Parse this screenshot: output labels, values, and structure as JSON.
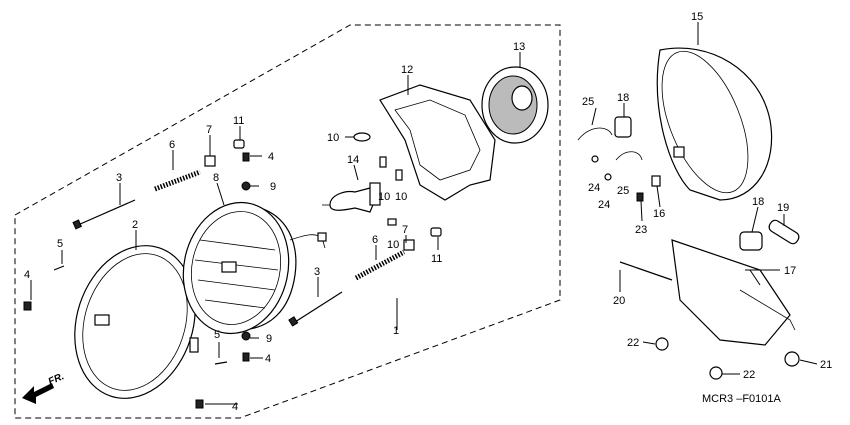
{
  "labels": [
    {
      "id": "c1",
      "text": "1"
    },
    {
      "id": "c2",
      "text": "2"
    },
    {
      "id": "c3a",
      "text": "3"
    },
    {
      "id": "c3b",
      "text": "3"
    },
    {
      "id": "c4a",
      "text": "4"
    },
    {
      "id": "c4b",
      "text": "4"
    },
    {
      "id": "c4c",
      "text": "4"
    },
    {
      "id": "c4d",
      "text": "4"
    },
    {
      "id": "c5a",
      "text": "5"
    },
    {
      "id": "c5b",
      "text": "5"
    },
    {
      "id": "c6a",
      "text": "6"
    },
    {
      "id": "c6b",
      "text": "6"
    },
    {
      "id": "c7a",
      "text": "7"
    },
    {
      "id": "c7b",
      "text": "7"
    },
    {
      "id": "c8",
      "text": "8"
    },
    {
      "id": "c9a",
      "text": "9"
    },
    {
      "id": "c9b",
      "text": "9"
    },
    {
      "id": "c10a",
      "text": "10"
    },
    {
      "id": "c10b",
      "text": "10"
    },
    {
      "id": "c10c",
      "text": "10"
    },
    {
      "id": "c10d",
      "text": "10"
    },
    {
      "id": "c11a",
      "text": "11"
    },
    {
      "id": "c11b",
      "text": "11"
    },
    {
      "id": "c12",
      "text": "12"
    },
    {
      "id": "c13",
      "text": "13"
    },
    {
      "id": "c14",
      "text": "14"
    },
    {
      "id": "c15",
      "text": "15"
    },
    {
      "id": "c16",
      "text": "16"
    },
    {
      "id": "c17",
      "text": "17"
    },
    {
      "id": "c18a",
      "text": "18"
    },
    {
      "id": "c18b",
      "text": "18"
    },
    {
      "id": "c19",
      "text": "19"
    },
    {
      "id": "c20",
      "text": "20"
    },
    {
      "id": "c21",
      "text": "21"
    },
    {
      "id": "c22a",
      "text": "22"
    },
    {
      "id": "c22b",
      "text": "22"
    },
    {
      "id": "c23",
      "text": "23"
    },
    {
      "id": "c24a",
      "text": "24"
    },
    {
      "id": "c24b",
      "text": "24"
    },
    {
      "id": "c25a",
      "text": "25"
    },
    {
      "id": "c25b",
      "text": "25"
    }
  ],
  "direction_label": "FR.",
  "diagram_code": "MCR3 –F0101A"
}
